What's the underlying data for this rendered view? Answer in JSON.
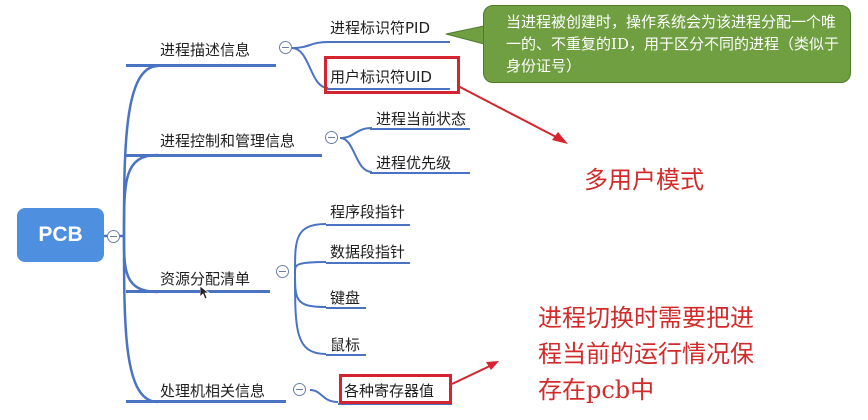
{
  "root": {
    "label": "PCB"
  },
  "branches": [
    {
      "label": "进程描述信息",
      "children": [
        "进程标识符PID",
        "用户标识符UID"
      ]
    },
    {
      "label": "进程控制和管理信息",
      "children": [
        "进程当前状态",
        "进程优先级"
      ]
    },
    {
      "label": "资源分配清单",
      "children": [
        "程序段指针",
        "数据段指针",
        "键盘",
        "鼠标"
      ]
    },
    {
      "label": "处理机相关信息",
      "children": [
        "各种寄存器值"
      ]
    }
  ],
  "callout": {
    "text": "当进程被创建时，操作系统会为该进程分配一个唯一的、不重复的ID，用于区分不同的进程（类似于身份证号）"
  },
  "annotations": {
    "multi_user": "多用户模式",
    "switch_line1": "进程切换时需要把进",
    "switch_line2": "程当前的运行情况保",
    "switch_line3": "存在pcb中"
  },
  "colors": {
    "root": "#4e8fe0",
    "branch_line": "#4a73c4",
    "callout": "#6f9f41",
    "annotation": "#d12b2b"
  }
}
